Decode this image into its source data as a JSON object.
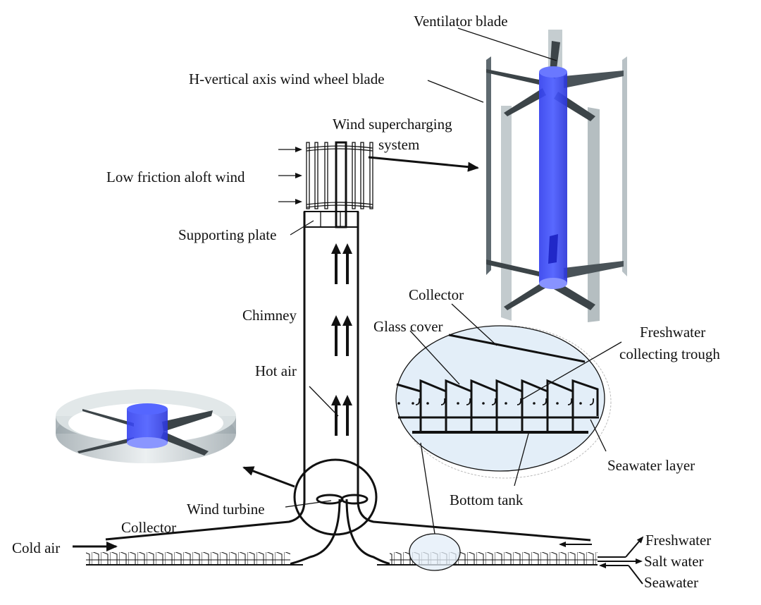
{
  "title": "Solar chimney power plant with wind supercharging and seawater desalination",
  "colors": {
    "line": "#111111",
    "hub_blue": "#3a4dff",
    "glass_grey": "#b9c2c6",
    "blade_dark": "#3c4448",
    "zoom_fill": "#e3eef8"
  },
  "labels": {
    "ventilator_blade": "Ventilator blade",
    "h_vertical_blade": "H-vertical axis wind wheel blade",
    "wind_supercharging_1": "Wind supercharging",
    "wind_supercharging_2": "system",
    "low_friction_wind": "Low friction aloft wind",
    "supporting_plate": "Supporting plate",
    "chimney": "Chimney",
    "hot_air": "Hot air",
    "collector_inset": "Collector",
    "glass_cover": "Glass cover",
    "freshwater_trough_1": "Freshwater",
    "freshwater_trough_2": "collecting trough",
    "seawater_layer": "Seawater layer",
    "bottom_tank": "Bottom tank",
    "wind_turbine": "Wind turbine",
    "collector_main": "Collector",
    "cold_air": "Cold air",
    "freshwater_out": "Freshwater",
    "salt_water_out": "Salt water",
    "seawater_in": "Seawater"
  }
}
